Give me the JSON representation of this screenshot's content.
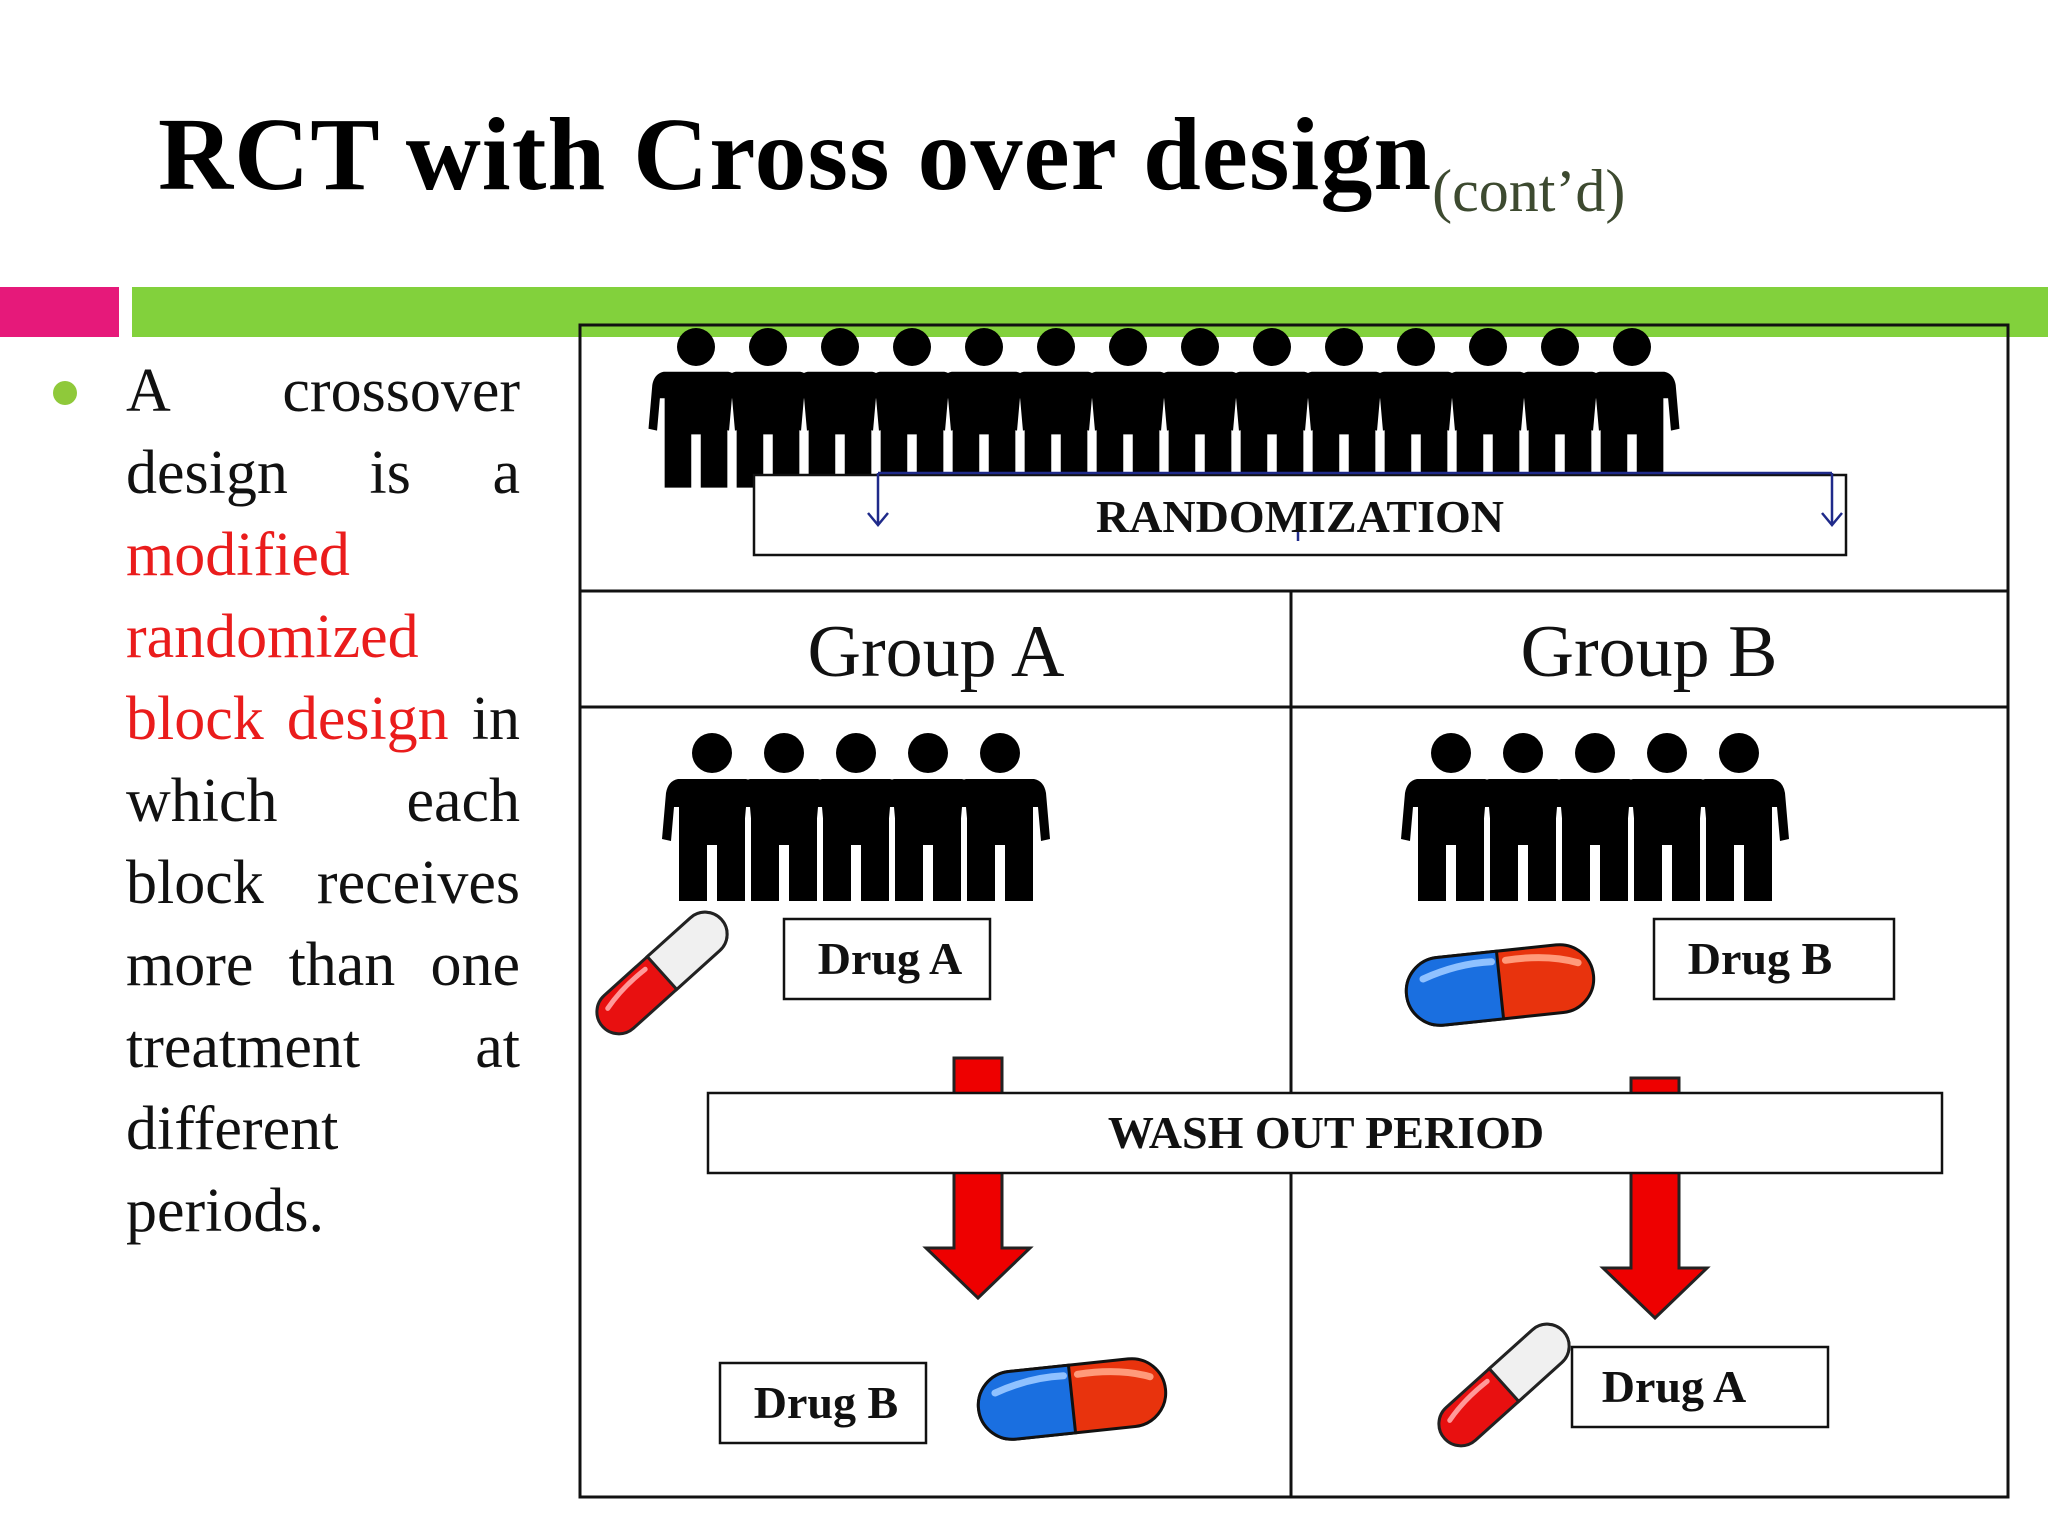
{
  "slide": {
    "title": "RCT with Cross over design",
    "title_suffix": "(cont’d)"
  },
  "bullet": {
    "text_part1": "A crossover design is a ",
    "highlight": "modified randomized block design",
    "text_part2": " in which each block receives more than one treatment at different periods."
  },
  "diagram": {
    "randomization_label": "RANDOMIZATION",
    "group_a_label": "Group A",
    "group_b_label": "Group B",
    "drug_a_label": "Drug A",
    "drug_b_label": "Drug B",
    "washout_label": "WASH OUT PERIOD",
    "group_a_second_drug_label": "Drug B",
    "group_b_second_drug_label": "Drug A"
  },
  "colors": {
    "pink_bar": "#e6197a",
    "green_bar": "#82d13c",
    "bullet": "#8fc93a",
    "highlight_text": "#ea1c1c",
    "arrow_red": "#ee0000",
    "capsule_red": "#e81010",
    "capsule_blue": "#1a6fe0"
  },
  "icons": [
    "people-group-icon",
    "capsule-red-white-icon",
    "capsule-red-blue-icon",
    "down-arrow-icon"
  ]
}
